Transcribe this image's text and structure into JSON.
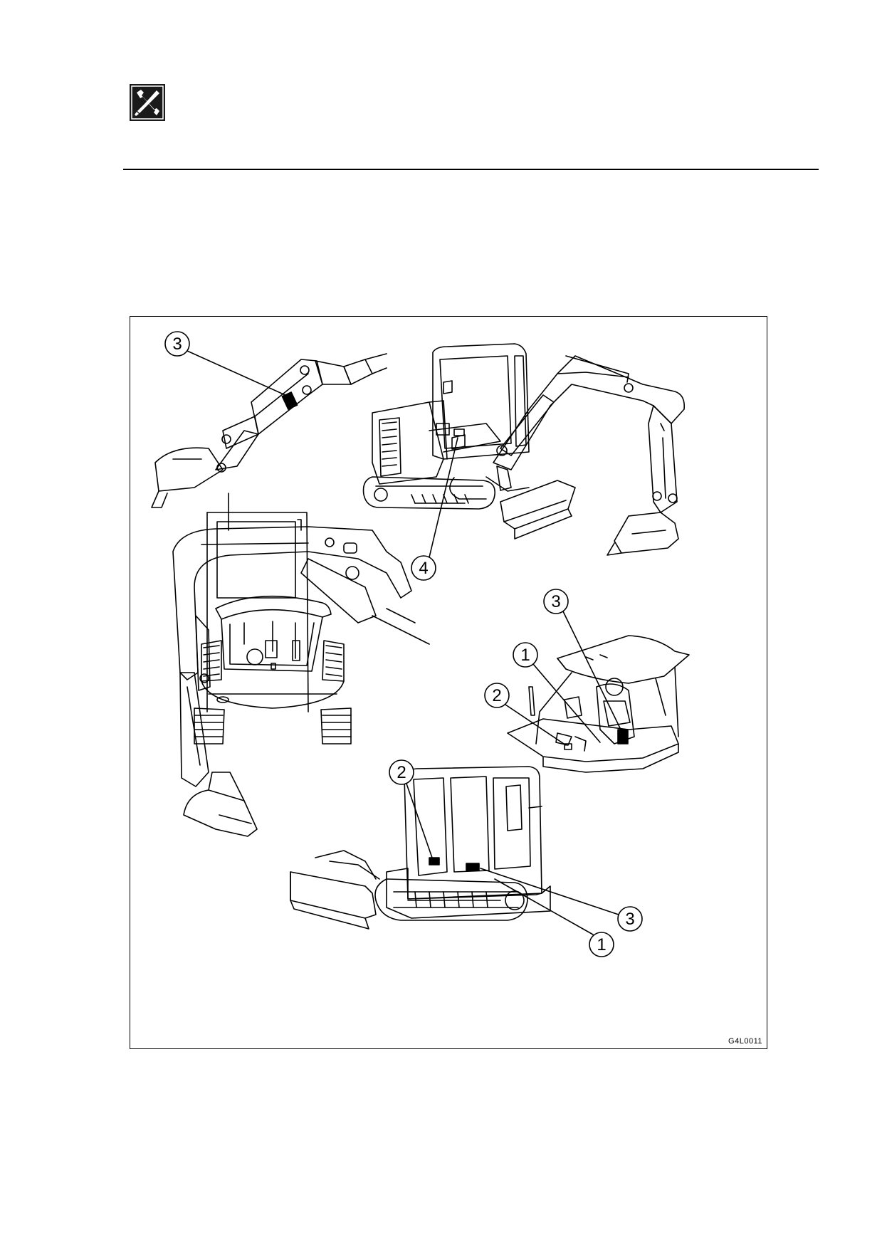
{
  "header": {
    "icon": "maintenance-tools-icon"
  },
  "figure": {
    "code": "G4L0011",
    "callouts": {
      "boom_decal": "3",
      "cab_step_decal": "4",
      "canopy_decal_3": "3",
      "canopy_decal_1": "1",
      "canopy_decal_2": "2",
      "cab_window_decal": "2",
      "cab_door_decal_3": "3",
      "cab_door_decal_1": "1"
    }
  }
}
